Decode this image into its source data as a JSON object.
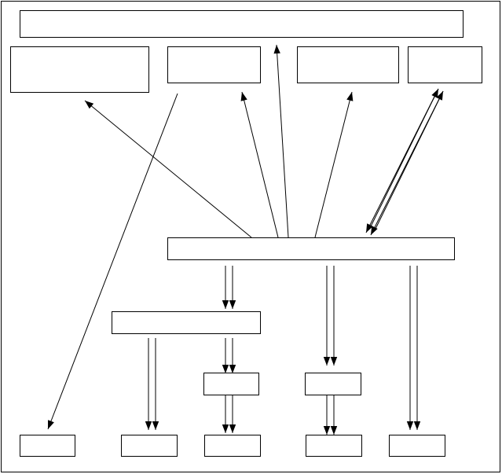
{
  "diagram": {
    "stroke_color": "#000000",
    "fill_color": "#ffffff",
    "boxes": [
      {
        "id": "top-banner",
        "label": ""
      },
      {
        "id": "top-box-1",
        "label": ""
      },
      {
        "id": "top-box-2",
        "label": ""
      },
      {
        "id": "top-box-3",
        "label": ""
      },
      {
        "id": "top-box-4",
        "label": ""
      },
      {
        "id": "hub-box",
        "label": ""
      },
      {
        "id": "mid-left-box",
        "label": ""
      },
      {
        "id": "small-box-a",
        "label": ""
      },
      {
        "id": "small-box-b",
        "label": ""
      },
      {
        "id": "bottom-box-1",
        "label": ""
      },
      {
        "id": "bottom-box-2",
        "label": ""
      },
      {
        "id": "bottom-box-3",
        "label": ""
      },
      {
        "id": "bottom-box-4",
        "label": ""
      },
      {
        "id": "bottom-box-5",
        "label": ""
      }
    ],
    "connections": [
      {
        "from": "hub-box",
        "to": "top-box-1",
        "style": "single-arrow"
      },
      {
        "from": "top-box-2",
        "to": "bottom-box-1",
        "style": "single-arrow"
      },
      {
        "from": "hub-box",
        "to": "top-box-2",
        "style": "single-arrow"
      },
      {
        "from": "hub-box",
        "to": "top-banner",
        "style": "single-arrow"
      },
      {
        "from": "hub-box",
        "to": "top-box-3",
        "style": "single-arrow"
      },
      {
        "from": "hub-box",
        "to": "top-box-4",
        "style": "double-arrow-bidirectional"
      },
      {
        "from": "hub-box",
        "to": "mid-left-box",
        "style": "double-line-arrow"
      },
      {
        "from": "hub-box",
        "to": "small-box-b",
        "style": "double-line-arrow"
      },
      {
        "from": "hub-box",
        "to": "bottom-box-5",
        "style": "double-line-arrow"
      },
      {
        "from": "mid-left-box",
        "to": "bottom-box-2",
        "style": "double-line-arrow"
      },
      {
        "from": "mid-left-box",
        "to": "small-box-a",
        "style": "double-line-arrow"
      },
      {
        "from": "small-box-a",
        "to": "bottom-box-3",
        "style": "double-line-arrow"
      },
      {
        "from": "small-box-b",
        "to": "bottom-box-4",
        "style": "double-line-arrow"
      }
    ]
  }
}
